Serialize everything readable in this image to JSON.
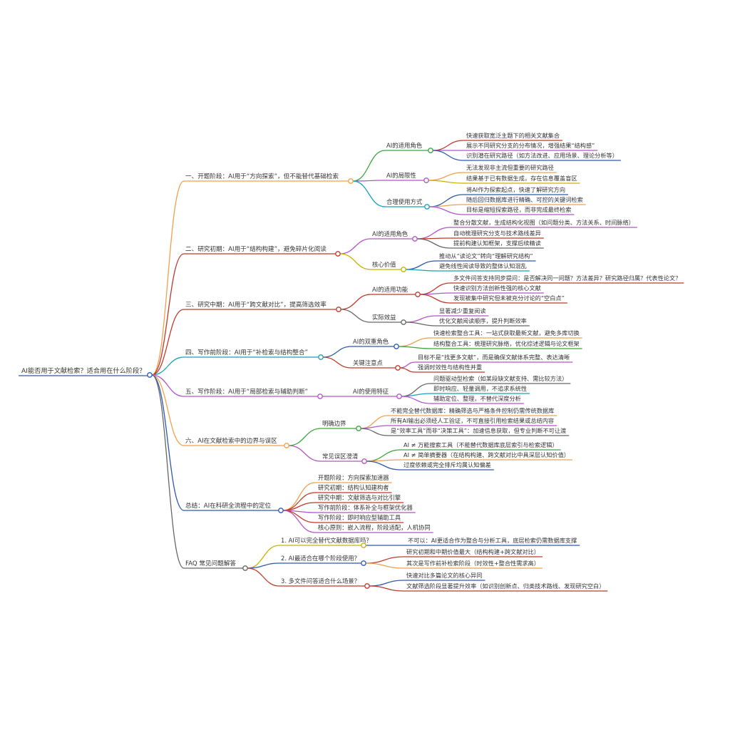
{
  "root": {
    "label": "AI能否用于文献检索？适合用在什么阶段？"
  },
  "colors": {
    "orange": "#f0a04b",
    "darkred": "#c0392b",
    "purple": "#b455c8",
    "green": "#3aa63c",
    "teal": "#17a2b8",
    "blue": "#2e5aac",
    "yellow": "#c8b400",
    "gray": "#666666"
  },
  "branches": [
    {
      "label": "一、开题阶段：AI用于“方向探索”，但不能替代基础检索",
      "color": "orange",
      "children": [
        {
          "label": "AI的适用角色",
          "color": "green",
          "children": [
            {
              "label": "快速获取宽泛主题下的相关文献集合",
              "color": "darkred"
            },
            {
              "label": "展示不同研究分支的分布情况，增强结果“结构感”",
              "color": "purple"
            },
            {
              "label": "识别潜在研究路径（如方法改进、应用场景、理论分析等）",
              "color": "blue"
            }
          ]
        },
        {
          "label": "AI的局限性",
          "color": "purple",
          "children": [
            {
              "label": "无法发现非主流但重要的研究路径",
              "color": "orange"
            },
            {
              "label": "结果基于已有数据生成，存在信息覆盖盲区",
              "color": "yellow"
            }
          ]
        },
        {
          "label": "合理使用方式",
          "color": "teal",
          "children": [
            {
              "label": "将AI作为探索起点，快速了解研究方向",
              "color": "blue"
            },
            {
              "label": "随后回归数据库进行精确、可控的关键词检索",
              "color": "orange"
            },
            {
              "label": "目标是缩短探索路径，而非完成最终检索",
              "color": "purple"
            }
          ]
        }
      ]
    },
    {
      "label": "二、研究初期：AI用于“结构构建”，避免碎片化阅读",
      "color": "darkred",
      "children": [
        {
          "label": "AI的适用角色",
          "color": "purple",
          "children": [
            {
              "label": "整合分散文献，生成结构化视图（如问题分类、方法关系、时间脉络）",
              "color": "purple"
            },
            {
              "label": "自动梳理研究分支与技术路线差异",
              "color": "darkred"
            },
            {
              "label": "提前构建认知框架，支撑后续精读",
              "color": "gray"
            }
          ]
        },
        {
          "label": "核心价值",
          "color": "yellow",
          "children": [
            {
              "label": "推动从“读论文”转向“理解研究结构”",
              "color": "blue"
            },
            {
              "label": "避免线性阅读导致的整体认知混乱",
              "color": "teal"
            }
          ]
        }
      ]
    },
    {
      "label": "三、研究中期：AI用于“跨文献对比”，提高筛选效率",
      "color": "darkred",
      "children": [
        {
          "label": "AI的适用功能",
          "color": "darkred",
          "children": [
            {
              "label": "多文件问答支持同步提问：是否解决同一问题？方法差异？研究路径归属？代表性论文？",
              "color": "darkred"
            },
            {
              "label": "快速识别方法创新性强的核心文献",
              "color": "purple"
            },
            {
              "label": "发现被集中研究但未被充分讨论的“空白点”",
              "color": "darkred"
            }
          ]
        },
        {
          "label": "实际效益",
          "color": "gray",
          "children": [
            {
              "label": "显著减少重复阅读",
              "color": "purple"
            },
            {
              "label": "优化文献阅读顺序，提升判断效率",
              "color": "gray"
            }
          ]
        }
      ]
    },
    {
      "label": "四、写作前阶段：AI用于“补检索与结构整合”",
      "color": "teal",
      "children": [
        {
          "label": "AI的双重角色",
          "color": "blue",
          "children": [
            {
              "label": "快速检索整合工具：一站式获取最新文献，避免多库切换",
              "color": "orange"
            },
            {
              "label": "结构整合工具：梳理研究脉络，优化综述逻辑与论文框架",
              "color": "green"
            }
          ]
        },
        {
          "label": "关键注意点",
          "color": "darkred",
          "children": [
            {
              "label": "目标不是“找更多文献”，而是确保文献体系完整、表达清晰",
              "color": "purple"
            },
            {
              "label": "强调时效性与结构性并重",
              "color": "darkred"
            }
          ]
        }
      ]
    },
    {
      "label": "五、写作阶段：AI用于“局部检索与辅助判断”",
      "color": "purple",
      "children": [
        {
          "label": "AI的使用特征",
          "color": "purple",
          "children": [
            {
              "label": "问题驱动型检索（如某段缺文献支持、需比较方法）",
              "color": "gray"
            },
            {
              "label": "即时响应、轻量调用，不追求系统性",
              "color": "teal"
            },
            {
              "label": "辅助定位、整理，不替代深度分析",
              "color": "purple"
            }
          ]
        }
      ]
    },
    {
      "label": "六、AI在文献检索中的边界与误区",
      "color": "orange",
      "children": [
        {
          "label": "明确边界",
          "color": "green",
          "children": [
            {
              "label": "不能完全替代数据库：精确筛选与严格条件控制仍需传统数据库",
              "color": "orange"
            },
            {
              "label": "所有AI输出必须经人工验证，不可直接引用检索结果或总结内容",
              "color": "purple"
            },
            {
              "label": "是“效率工具”而非“决策工具”：加速信息获取，但专业判断不可让渡",
              "color": "gray"
            }
          ]
        },
        {
          "label": "常见误区澄清",
          "color": "purple",
          "children": [
            {
              "label": "AI ≠ 万能搜索工具（不能替代数据库底层索引与检索逻辑）",
              "color": "green"
            },
            {
              "label": "AI ≠ 简单摘要器（在结构构建、跨文献对比中具深层认知价值）",
              "color": "orange"
            },
            {
              "label": "过度依赖或完全排斥均属认知偏差",
              "color": "blue"
            }
          ]
        }
      ]
    },
    {
      "label": "总结：AI在科研全流程中的定位",
      "color": "blue",
      "children": [
        {
          "label": "开题阶段：方向探索加速器",
          "color": "orange"
        },
        {
          "label": "研究初期：结构认知建构者",
          "color": "darkred"
        },
        {
          "label": "研究中期：文献筛选与对比引擎",
          "color": "darkred"
        },
        {
          "label": "写作前阶段：体系补全与框架优化器",
          "color": "purple"
        },
        {
          "label": "写作阶段：即时响应型辅助工具",
          "color": "darkred"
        },
        {
          "label": "核心原则：嵌入流程，阶段适配，人机协同",
          "color": "purple"
        }
      ]
    },
    {
      "label": "FAQ 常见问题解答",
      "color": "gray",
      "children": [
        {
          "label": "1. AI可以完全替代文献数据库吗？",
          "color": "yellow",
          "children": [
            {
              "label": "不可以：AI更适合作为整合与分析工具，底层检索仍需数据库支撑",
              "color": "blue"
            }
          ]
        },
        {
          "label": "2. AI最适合在哪个阶段使用？",
          "color": "blue",
          "children": [
            {
              "label": "研究初期和中期价值最大（结构构建+跨文献对比）",
              "color": "darkred"
            },
            {
              "label": "其次是写作前补检索阶段（时效性+整合性需求高）",
              "color": "orange"
            }
          ]
        },
        {
          "label": "3. 多文件问答适合什么场景？",
          "color": "darkred",
          "children": [
            {
              "label": "快速对比多篇论文的核心异同",
              "color": "blue"
            },
            {
              "label": "文献筛选阶段显著提升效率（如识别创新点、归类技术路线、发现研究空白）",
              "color": "darkred"
            }
          ]
        }
      ]
    }
  ]
}
